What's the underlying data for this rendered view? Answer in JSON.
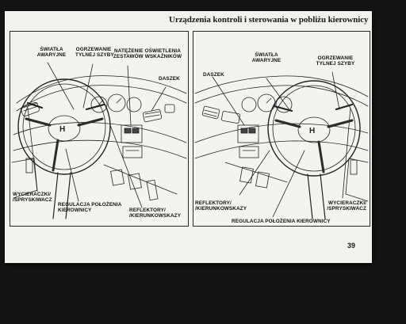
{
  "page": {
    "header": "Urządzenia kontroli i sterowania w pobliżu kierownicy",
    "number": "39"
  },
  "left_diagram": {
    "labels": {
      "hazard": [
        "ŚWIATŁA",
        "AWARYJNE"
      ],
      "rear_defrost": [
        "OGRZEWANIE",
        "TYLNEJ SZYBY"
      ],
      "dimmer": [
        "NATĘŻENIE OŚWIETLENIA",
        "ZESTAWÓW WSKAŹNIKÓW"
      ],
      "dashboard": "DASZEK",
      "wipers": [
        "WYCIERACZKI/",
        "/SPRYSKIWACZ"
      ],
      "tilt": [
        "REGULACJA POŁOŻENIA",
        "KIEROWNICY"
      ],
      "lights": [
        "REFLEKTORY/",
        "/KIERUNKOWSKAZY"
      ]
    }
  },
  "right_diagram": {
    "labels": {
      "dashboard": "DASZEK",
      "hazard": [
        "ŚWIATŁA",
        "AWARYJNE"
      ],
      "rear_defrost": [
        "OGRZEWANIE",
        "TYLNEJ SZYBY"
      ],
      "lights": [
        "REFLEKTORY/",
        "/KIERUNKOWSKAZY"
      ],
      "wipers": [
        "WYCIERACZKI/",
        "/SPRYSKIWACZ"
      ],
      "tilt": "REGULACJA POŁOŻENIA KIEROWNICY"
    }
  }
}
